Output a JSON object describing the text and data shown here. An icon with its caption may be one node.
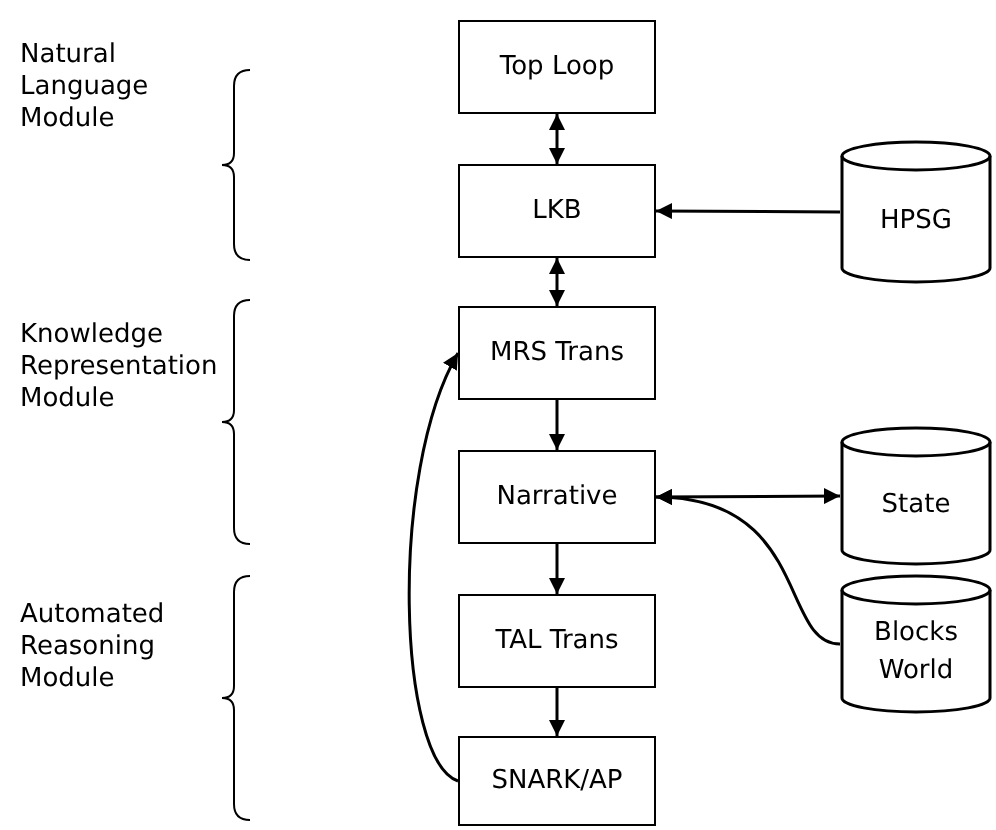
{
  "diagram": {
    "nodes": [
      {
        "text": [
          "Top Loop"
        ]
      },
      {
        "text": [
          "LKB"
        ]
      },
      {
        "text": [
          "HPSG"
        ]
      },
      {
        "text": [
          "MRS Trans"
        ]
      },
      {
        "text": [
          "Narrative"
        ]
      },
      {
        "text": [
          "State"
        ]
      },
      {
        "text": [
          "TAL Trans"
        ]
      },
      {
        "text": [
          "Blocks World"
        ]
      },
      {
        "text": [
          "SNARK/AP"
        ]
      }
    ],
    "edges": [
      {
        "from": 0,
        "to": 1,
        "arrow": "both"
      },
      {
        "from": 2,
        "to": 1,
        "arrow": "to"
      },
      {
        "from": 1,
        "to": 3,
        "arrow": "both"
      },
      {
        "from": 3,
        "to": 4,
        "arrow": "to"
      },
      {
        "from": 4,
        "to": 5,
        "arrow": "both"
      },
      {
        "from": 7,
        "to": 4,
        "arrow": "to"
      },
      {
        "from": 4,
        "to": 6,
        "arrow": "to"
      },
      {
        "from": 6,
        "to": 8,
        "arrow": "to"
      },
      {
        "from": 8,
        "to": 3,
        "arrow": "to"
      }
    ],
    "labels": [
      "Natural Language Module",
      "Knowledge Representation Module",
      "Automated Reasoning Module"
    ]
  }
}
